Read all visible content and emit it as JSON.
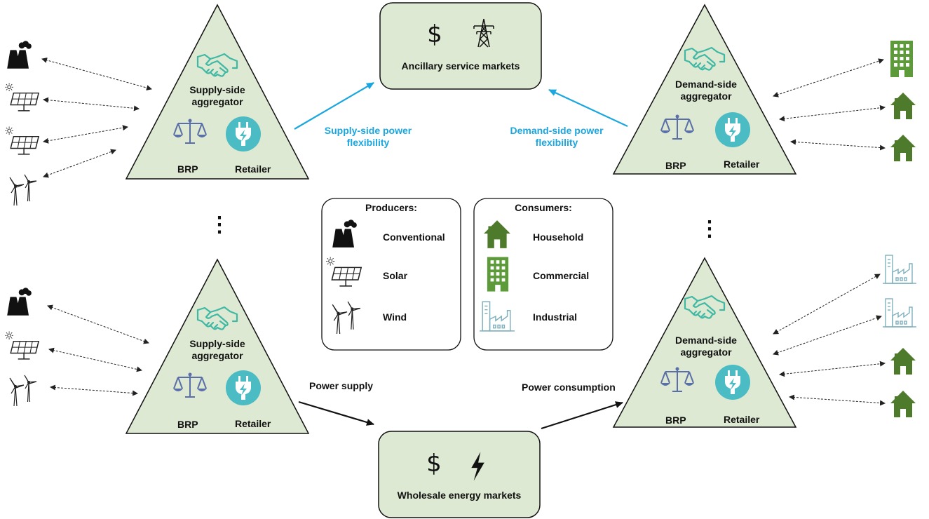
{
  "colors": {
    "triangle_fill": "#dde9d2",
    "market_fill": "#dde9d2",
    "flex_arrow": "#1aa6de",
    "green_icon": "#4e7a2b",
    "teal_icon": "#4bbbc4",
    "balance_icon": "#5a6fa8",
    "industrial_icon": "#8ab5c2"
  },
  "aggregators": {
    "supply_top": {
      "title_line1": "Supply-side",
      "title_line2": "aggregator",
      "brp": "BRP",
      "retailer": "Retailer"
    },
    "supply_bottom": {
      "title_line1": "Supply-side",
      "title_line2": "aggregator",
      "brp": "BRP",
      "retailer": "Retailer"
    },
    "demand_top": {
      "title_line1": "Demand-side",
      "title_line2": "aggregator",
      "brp": "BRP",
      "retailer": "Retailer"
    },
    "demand_bottom": {
      "title_line1": "Demand-side",
      "title_line2": "aggregator",
      "brp": "BRP",
      "retailer": "Retailer"
    }
  },
  "markets": {
    "ancillary": {
      "label": "Ancillary service markets",
      "icons": [
        "dollar-icon",
        "transmission-tower-icon"
      ]
    },
    "wholesale": {
      "label": "Wholesale energy markets",
      "icons": [
        "dollar-icon",
        "lightning-icon"
      ]
    }
  },
  "flows": {
    "supply_flex_line1": "Supply-side power",
    "supply_flex_line2": "flexibility",
    "demand_flex_line1": "Demand-side power",
    "demand_flex_line2": "flexibility",
    "power_supply": "Power supply",
    "power_consumption": "Power consumption"
  },
  "legend": {
    "producers": {
      "title": "Producers:",
      "items": [
        {
          "icon": "power-plant-icon",
          "label": "Conventional"
        },
        {
          "icon": "solar-panel-icon",
          "label": "Solar"
        },
        {
          "icon": "wind-turbine-icon",
          "label": "Wind"
        }
      ]
    },
    "consumers": {
      "title": "Consumers:",
      "items": [
        {
          "icon": "house-icon",
          "label": "Household"
        },
        {
          "icon": "office-building-icon",
          "label": "Commercial"
        },
        {
          "icon": "factory-icon",
          "label": "Industrial"
        }
      ]
    }
  },
  "ellipsis": "⋮",
  "producer_groups": {
    "top": [
      "power-plant-icon",
      "solar-panel-icon",
      "solar-panel-icon",
      "wind-turbine-icon"
    ],
    "bottom": [
      "power-plant-icon",
      "solar-panel-icon",
      "wind-turbine-icon"
    ]
  },
  "consumer_groups": {
    "top": [
      "office-building-icon",
      "house-icon",
      "house-icon"
    ],
    "bottom": [
      "factory-icon",
      "factory-icon",
      "house-icon",
      "house-icon"
    ]
  }
}
